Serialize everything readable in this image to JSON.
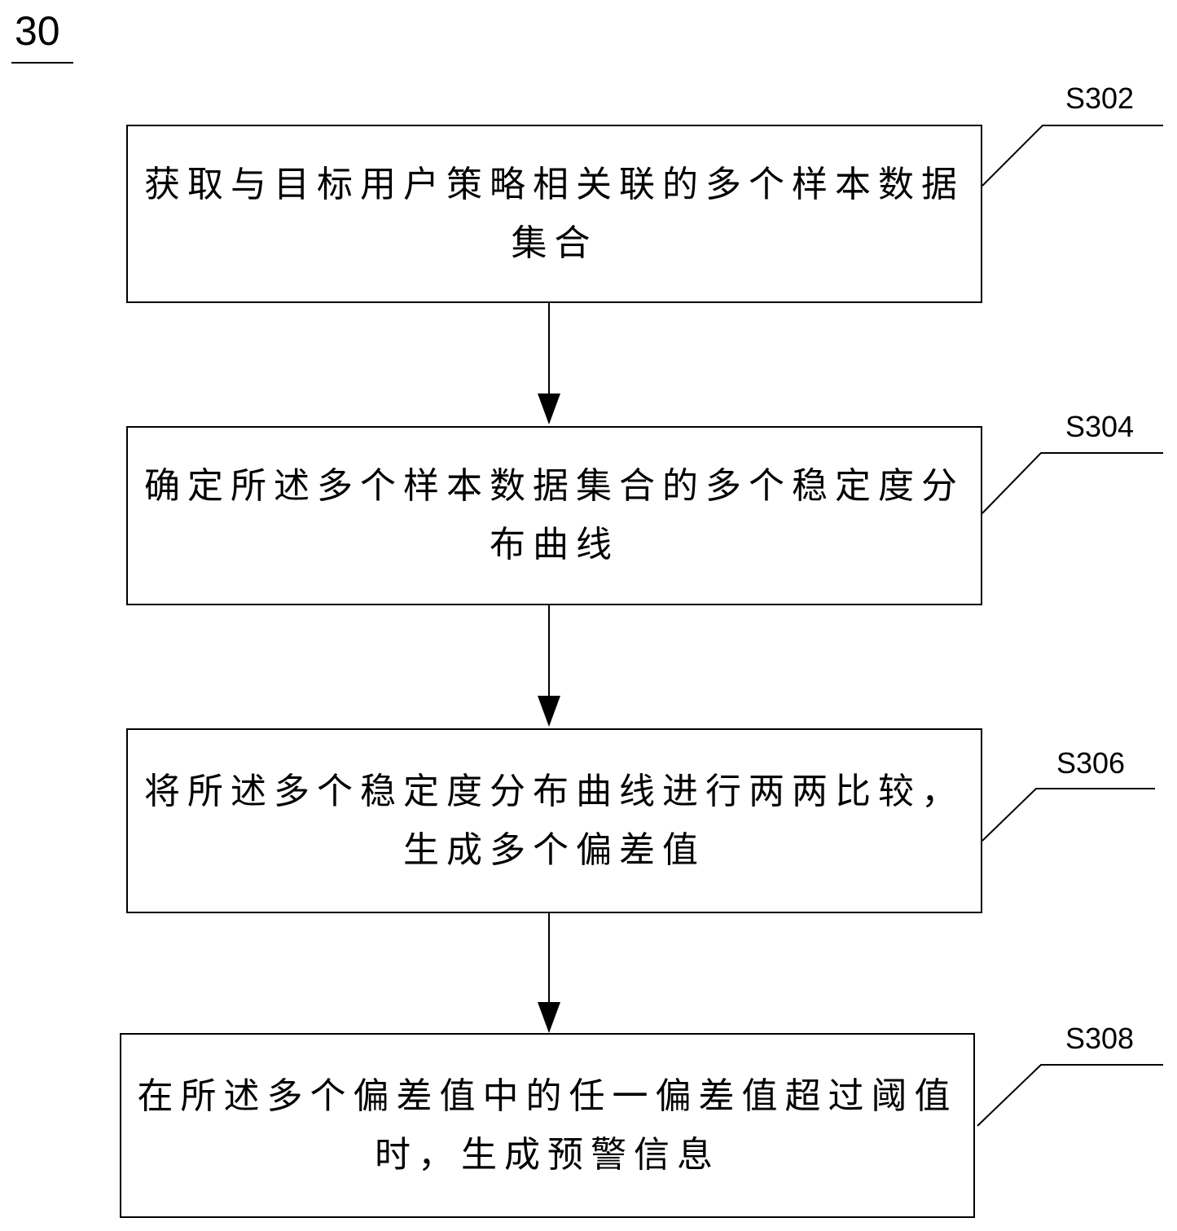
{
  "figure_number": "30",
  "steps": [
    {
      "label": "S302",
      "text": "获取与目标用户策略相关联的多个样本数据集合"
    },
    {
      "label": "S304",
      "text": "确定所述多个样本数据集合的多个稳定度分布曲线"
    },
    {
      "label": "S306",
      "text": "将所述多个稳定度分布曲线进行两两比较，生成多个偏差值"
    },
    {
      "label": "S308",
      "text": "在所述多个偏差值中的任一偏差值超过阈值时，生成预警信息"
    }
  ]
}
